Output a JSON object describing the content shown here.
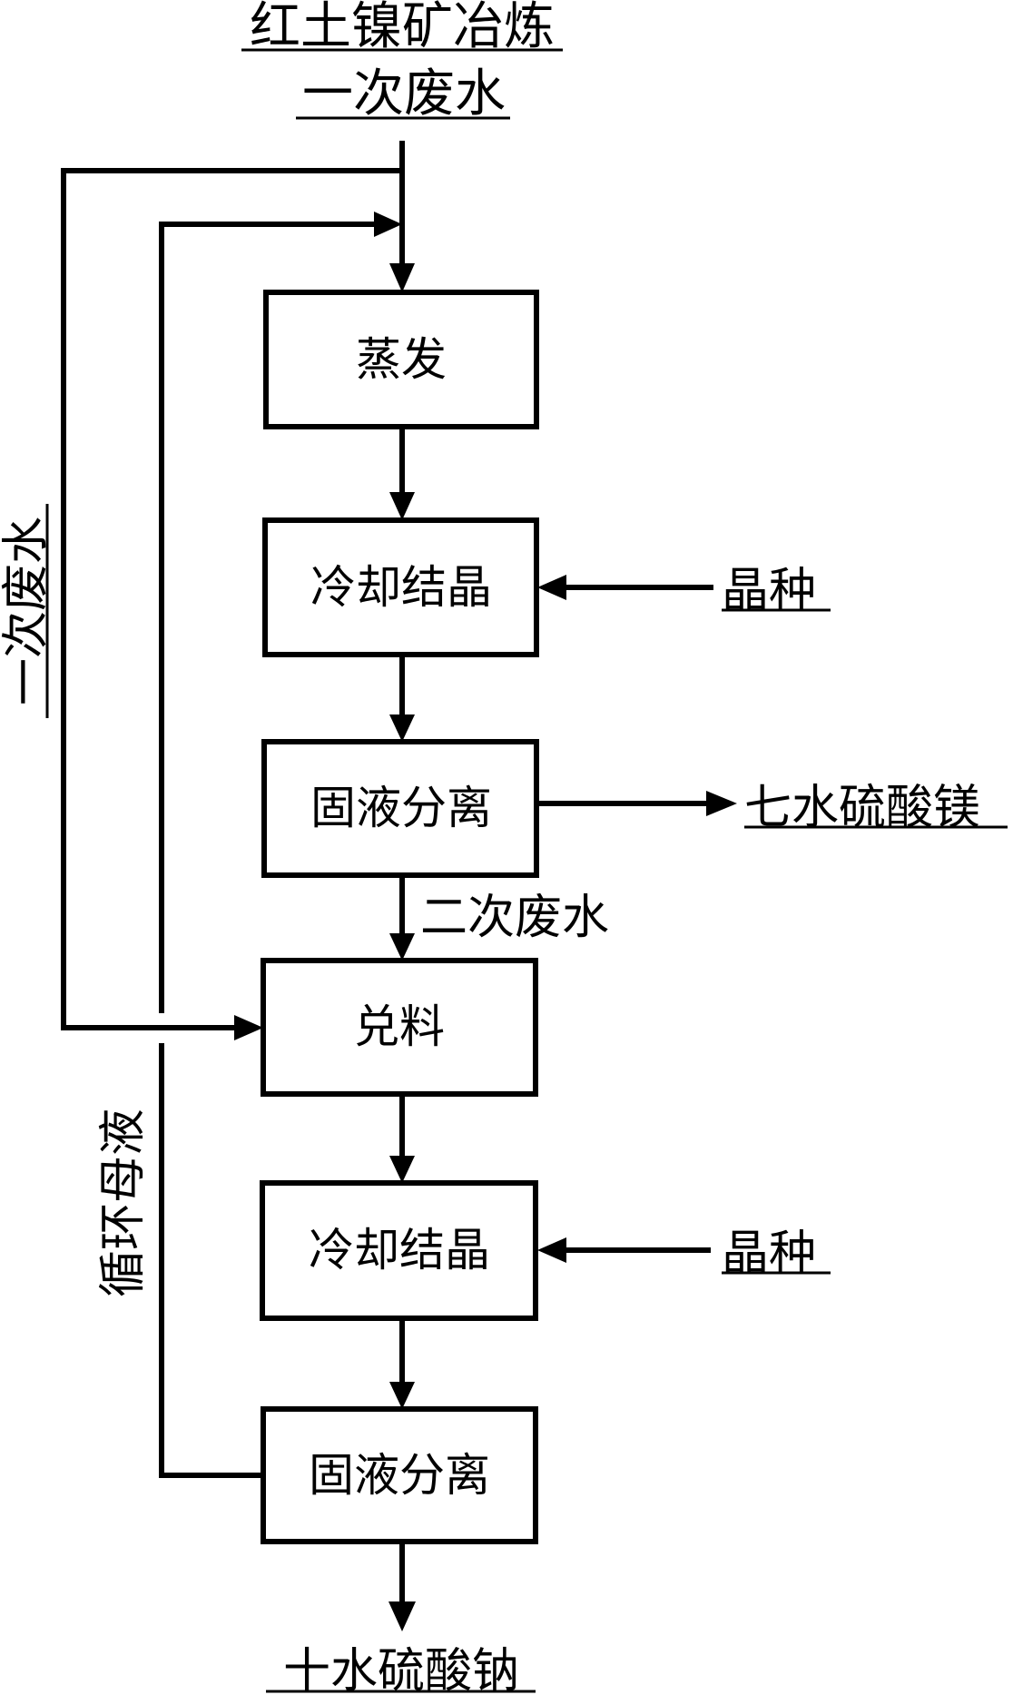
{
  "diagram": {
    "title": {
      "line1": "红土镍矿冶炼",
      "line2": "一次废水"
    },
    "steps": [
      {
        "id": "evaporation",
        "label": "蒸发"
      },
      {
        "id": "cooling-crystallization-1",
        "label": "冷却结晶"
      },
      {
        "id": "solid-liquid-separation-1",
        "label": "固液分离"
      },
      {
        "id": "blending",
        "label": "兑料"
      },
      {
        "id": "cooling-crystallization-2",
        "label": "冷却结晶"
      },
      {
        "id": "solid-liquid-separation-2",
        "label": "固液分离"
      }
    ],
    "inputs": {
      "seed_crystal_1": "晶种",
      "seed_crystal_2": "晶种"
    },
    "outputs": {
      "magnesium_sulfate_heptahydrate": "七水硫酸镁",
      "sodium_sulfate_decahydrate": "十水硫酸钠"
    },
    "flow_labels": {
      "secondary_wastewater": "二次废水",
      "primary_wastewater_bypass": "一次废水",
      "recycled_mother_liquor": "循环母液"
    }
  }
}
